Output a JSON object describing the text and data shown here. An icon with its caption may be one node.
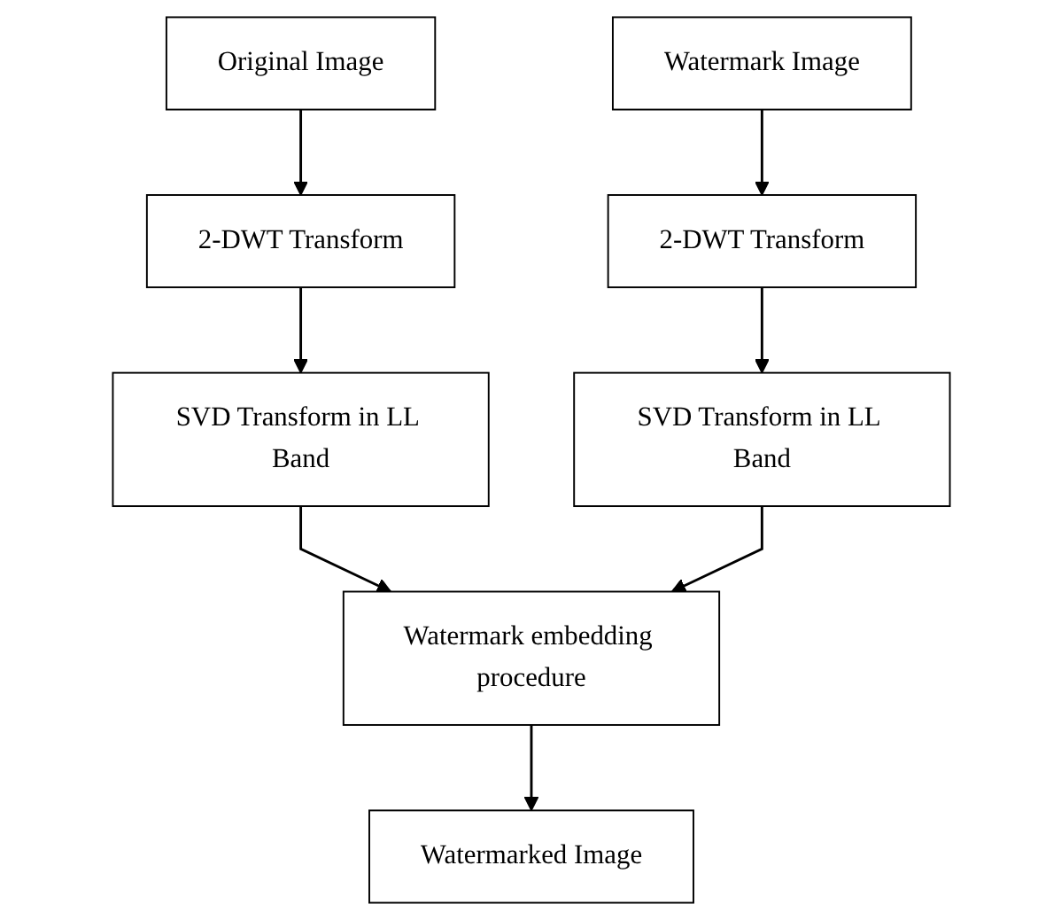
{
  "diagram": {
    "nodes": [
      {
        "text": [
          "Original Image"
        ]
      },
      {
        "text": [
          "Watermark Image"
        ]
      },
      {
        "text": [
          "2-DWT Transform"
        ]
      },
      {
        "text": [
          "2-DWT Transform"
        ]
      },
      {
        "text": [
          "SVD Transform in LL Band"
        ]
      },
      {
        "text": [
          "SVD Transform in LL Band"
        ]
      },
      {
        "text": [
          "Watermark embedding procedure"
        ]
      },
      {
        "text": [
          "Watermarked Image"
        ]
      }
    ],
    "edges": [
      {
        "from": 0,
        "to": 2,
        "arrow": "to"
      },
      {
        "from": 1,
        "to": 3,
        "arrow": "to"
      },
      {
        "from": 2,
        "to": 4,
        "arrow": "to"
      },
      {
        "from": 3,
        "to": 5,
        "arrow": "to"
      },
      {
        "from": 4,
        "to": 6,
        "arrow": "to"
      },
      {
        "from": 5,
        "to": 6,
        "arrow": "to"
      },
      {
        "from": 6,
        "to": 7,
        "arrow": "to"
      }
    ]
  }
}
